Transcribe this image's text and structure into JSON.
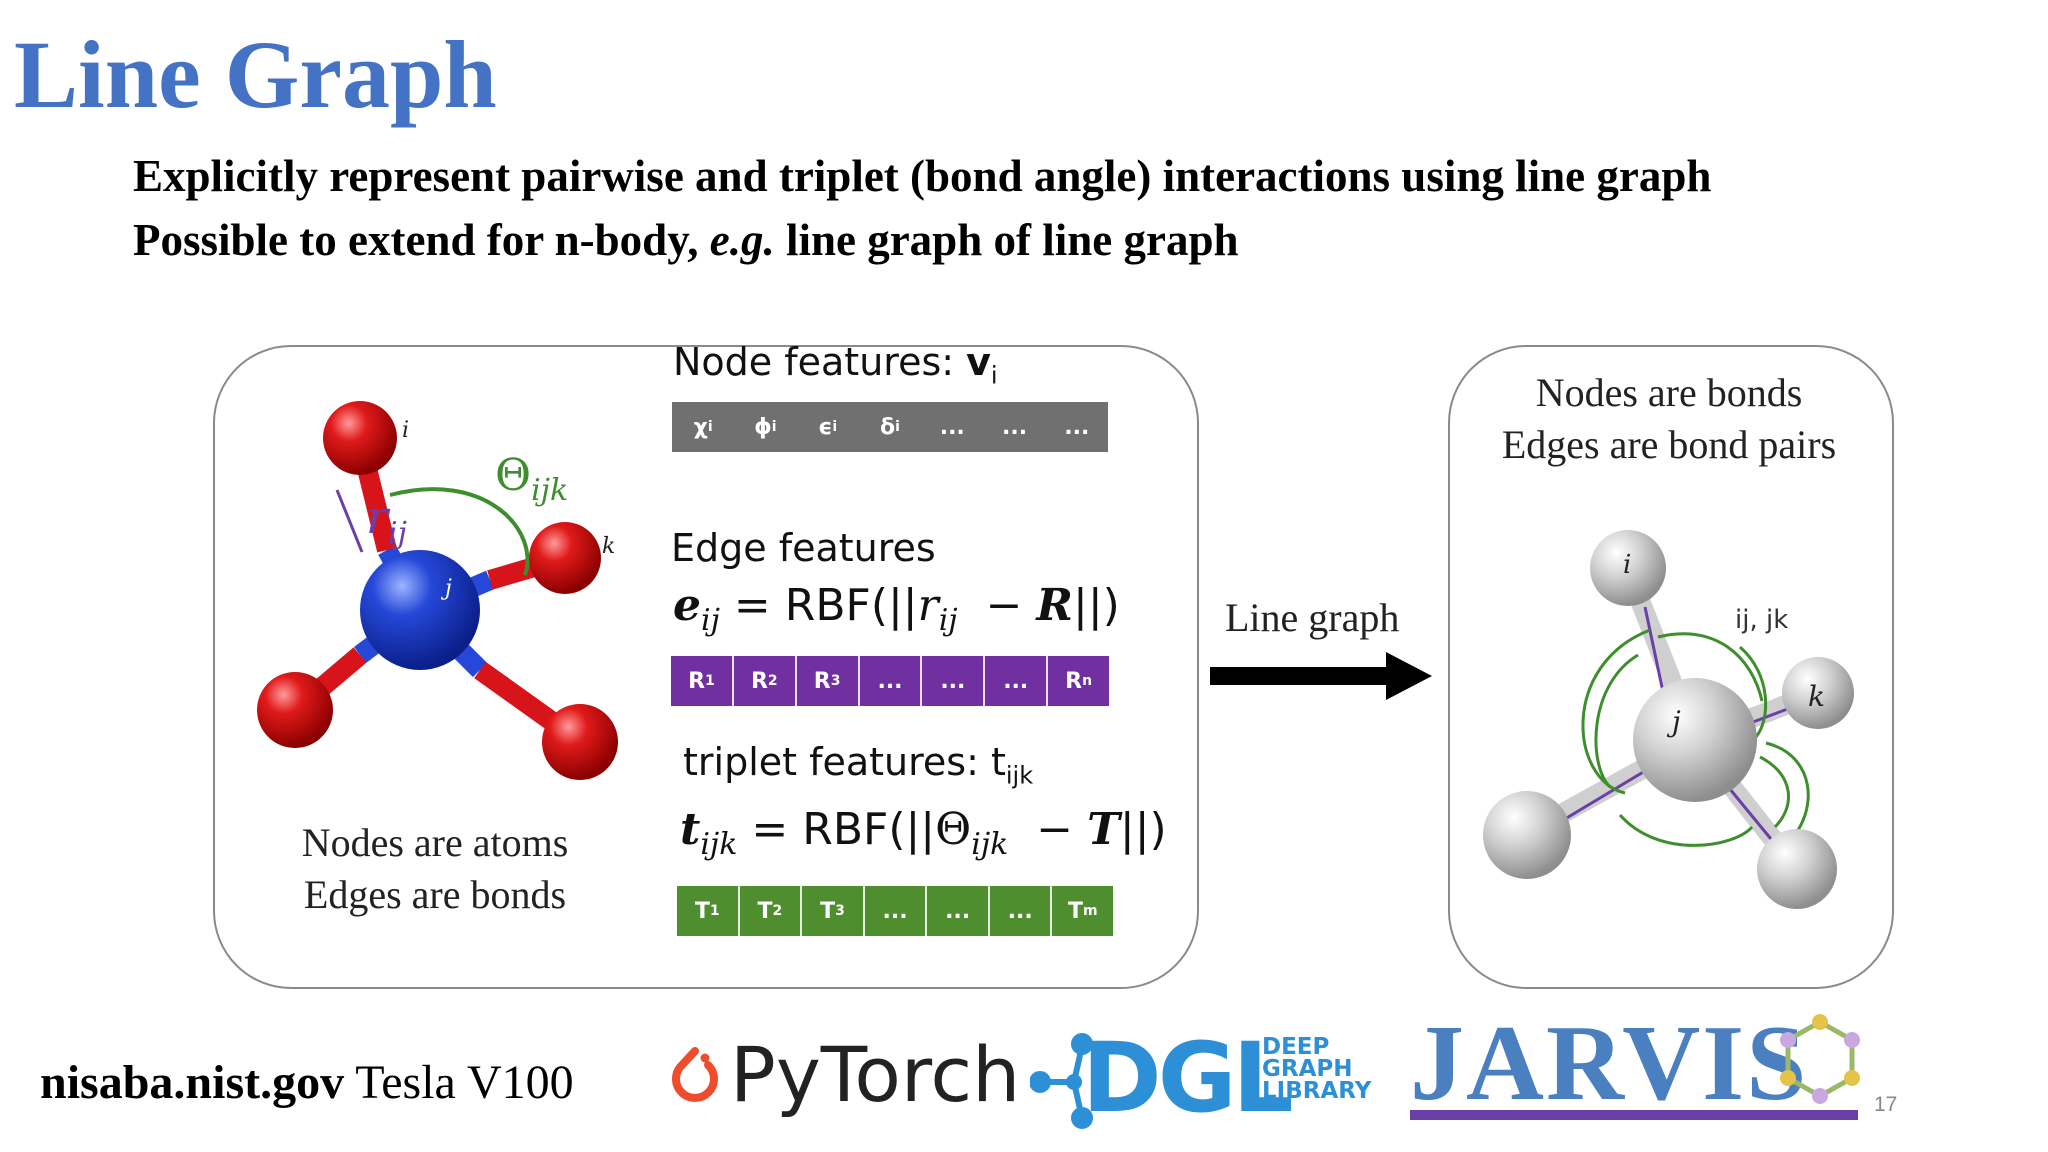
{
  "slide": {
    "title": "Line Graph",
    "bullet1": "Explicitly represent pairwise and triplet (bond angle) interactions using line graph",
    "bullet2_pre": "Possible to extend for n-body, ",
    "bullet2_em": "e.g.",
    "bullet2_post": " line graph of line graph",
    "slide_number": "17"
  },
  "left_panel": {
    "caption_line1": "Nodes are atoms",
    "caption_line2": "Edges are bonds",
    "labels": {
      "theta": "Θ",
      "theta_sub": "ijk",
      "r": "r",
      "r_sub": "ij",
      "i": "i",
      "j": "j",
      "k": "k"
    },
    "node_features": {
      "label": "Node features: ",
      "label_bold": "v",
      "label_sub": "i",
      "cells": [
        {
          "sym": "χ",
          "sub": "i"
        },
        {
          "sym": "ϕ",
          "sub": "i"
        },
        {
          "sym": "ϵ",
          "sub": "i"
        },
        {
          "sym": "δ",
          "sub": "i"
        },
        {
          "sym": "...",
          "sub": ""
        },
        {
          "sym": "...",
          "sub": ""
        },
        {
          "sym": "...",
          "sub": ""
        }
      ]
    },
    "edge_features": {
      "label": "Edge features",
      "formula": {
        "lhs": "e",
        "lhs_sub": "ij",
        "mid": " = RBF(||",
        "var": "r",
        "var_sub": "ij",
        "minus": "  − ",
        "ref": "R",
        "end": "||)"
      },
      "cells": [
        {
          "sym": "R",
          "sub": "1"
        },
        {
          "sym": "R",
          "sub": "2"
        },
        {
          "sym": "R",
          "sub": "3"
        },
        {
          "sym": "...",
          "sub": ""
        },
        {
          "sym": "...",
          "sub": ""
        },
        {
          "sym": "...",
          "sub": ""
        },
        {
          "sym": "R",
          "sub": "n"
        }
      ]
    },
    "triplet_features": {
      "label": "triplet features: t",
      "label_sub": "ijk",
      "formula": {
        "lhs": "t",
        "lhs_sub": "ijk",
        "mid": " = RBF(||",
        "var": "Θ",
        "var_sub": "ijk",
        "minus": "  − ",
        "ref": "T",
        "end": "||)"
      },
      "cells": [
        {
          "sym": "T",
          "sub": "1"
        },
        {
          "sym": "T",
          "sub": "2"
        },
        {
          "sym": "T",
          "sub": "3"
        },
        {
          "sym": "...",
          "sub": ""
        },
        {
          "sym": "...",
          "sub": ""
        },
        {
          "sym": "...",
          "sub": ""
        },
        {
          "sym": "T",
          "sub": "m"
        }
      ]
    }
  },
  "arrow": {
    "label": "Line graph"
  },
  "right_panel": {
    "caption_line1": "Nodes are bonds",
    "caption_line2": "Edges are bond pairs",
    "labels": {
      "i": "i",
      "j": "j",
      "k": "k",
      "ij_jk": "ij, jk"
    }
  },
  "footer": {
    "host_bold": "nisaba.nist.gov",
    "host_rest": " Tesla V100",
    "pytorch": "PyTorch",
    "dgl": {
      "letters": "DGL",
      "line1": "DEEP",
      "line2": "GRAPH",
      "line3": "LIBRARY"
    },
    "jarvis": "JARVIS"
  },
  "colors": {
    "title": "#4472C4",
    "node_bar": "#707070",
    "edge_bar": "#7030A0",
    "triplet_bar": "#4E8E2E",
    "atom_red": "#D8141B",
    "atom_blue": "#2548D8",
    "angle_arc": "#3E8E2E",
    "bond_line": "#6A3FA8",
    "dgl_blue": "#2D8FD5",
    "jarvis_blue": "#4A7FC0",
    "jarvis_bar": "#6A3FA8",
    "pytorch_orange": "#EE4C2C"
  }
}
